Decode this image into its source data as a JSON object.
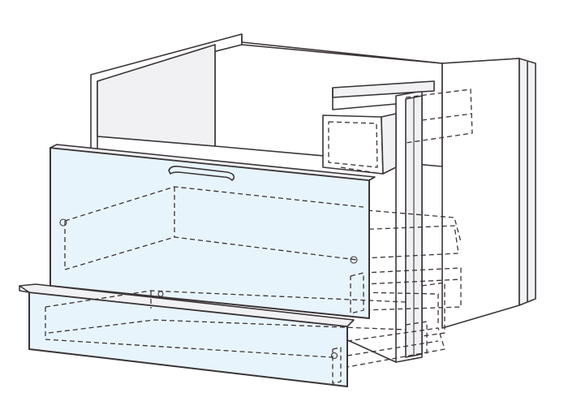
{
  "colors": {
    "line": "#3a3438",
    "drawer_front": "#e8f4fb",
    "panel": "#ffffff",
    "shade": "#f1f1f3"
  },
  "components": {
    "cabinet": "cabinet-carcass",
    "top_drawer": "drawer-front-top",
    "bottom_drawer": "drawer-front-bottom",
    "handle": "bar-handle",
    "small_box": "inner-small-drawer"
  }
}
